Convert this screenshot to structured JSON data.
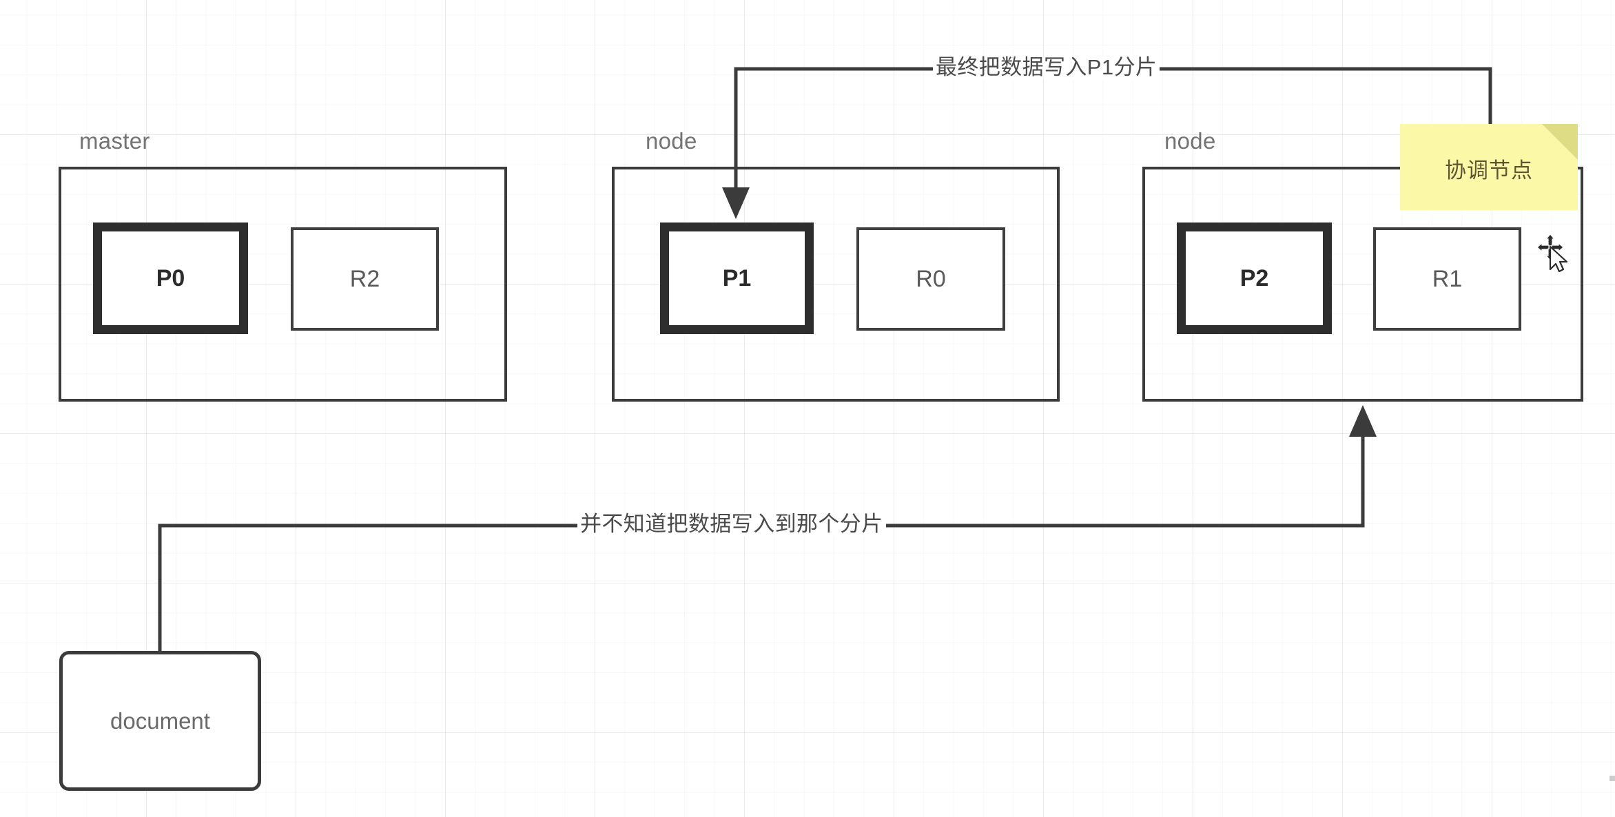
{
  "diagram": {
    "title_nodes": [
      "master",
      "node",
      "node"
    ],
    "nodes": [
      {
        "label": "master",
        "primary": {
          "name": "P0"
        },
        "replica": {
          "name": "R2"
        }
      },
      {
        "label": "node",
        "primary": {
          "name": "P1"
        },
        "replica": {
          "name": "R0"
        }
      },
      {
        "label": "node",
        "primary": {
          "name": "P2"
        },
        "replica": {
          "name": "R1"
        }
      }
    ],
    "document_box": {
      "label": "document"
    },
    "sticky_note": {
      "text": "协调节点"
    },
    "edges": [
      {
        "label": "最终把数据写入P1分片",
        "from": "coordinator-node",
        "to": "P1"
      },
      {
        "label": "并不知道把数据写入到那个分片",
        "from": "document",
        "to": "coordinator-node"
      }
    ],
    "cursor": {
      "type": "move-cursor"
    },
    "colors": {
      "primary_border": "#2e2e2e",
      "replica_border": "#3f3f3f",
      "node_border": "#3b3b3b",
      "edge_stroke": "#3b3b3b",
      "sticky_fill": "#fbf8a8",
      "sticky_fold": "#dedc84",
      "label_text": "#737373",
      "grid": "#f0f0f0"
    }
  }
}
